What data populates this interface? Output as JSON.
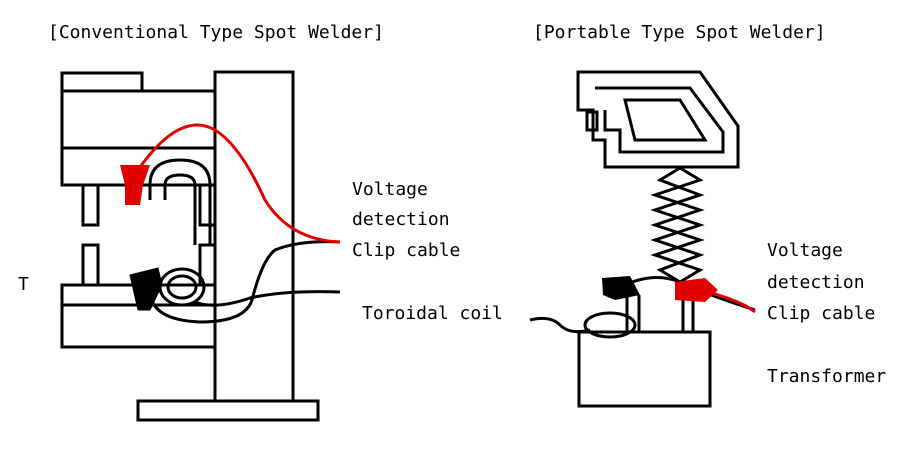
{
  "conventional": {
    "title": "[Conventional Type Spot Welder]",
    "labels": {
      "voltage": "Voltage",
      "detection": "detection",
      "clip": "Clip cable",
      "toroidal": "Toroidal coil",
      "side_marker": "T"
    }
  },
  "portable": {
    "title": "[Portable Type Spot Welder]",
    "labels": {
      "voltage": "Voltage",
      "detection": "detection",
      "clip": "Clip cable",
      "transformer": "Transformer"
    }
  },
  "colors": {
    "line": "#000000",
    "clip_red": "#e00000",
    "clip_black": "#000000",
    "background": "#ffffff"
  }
}
